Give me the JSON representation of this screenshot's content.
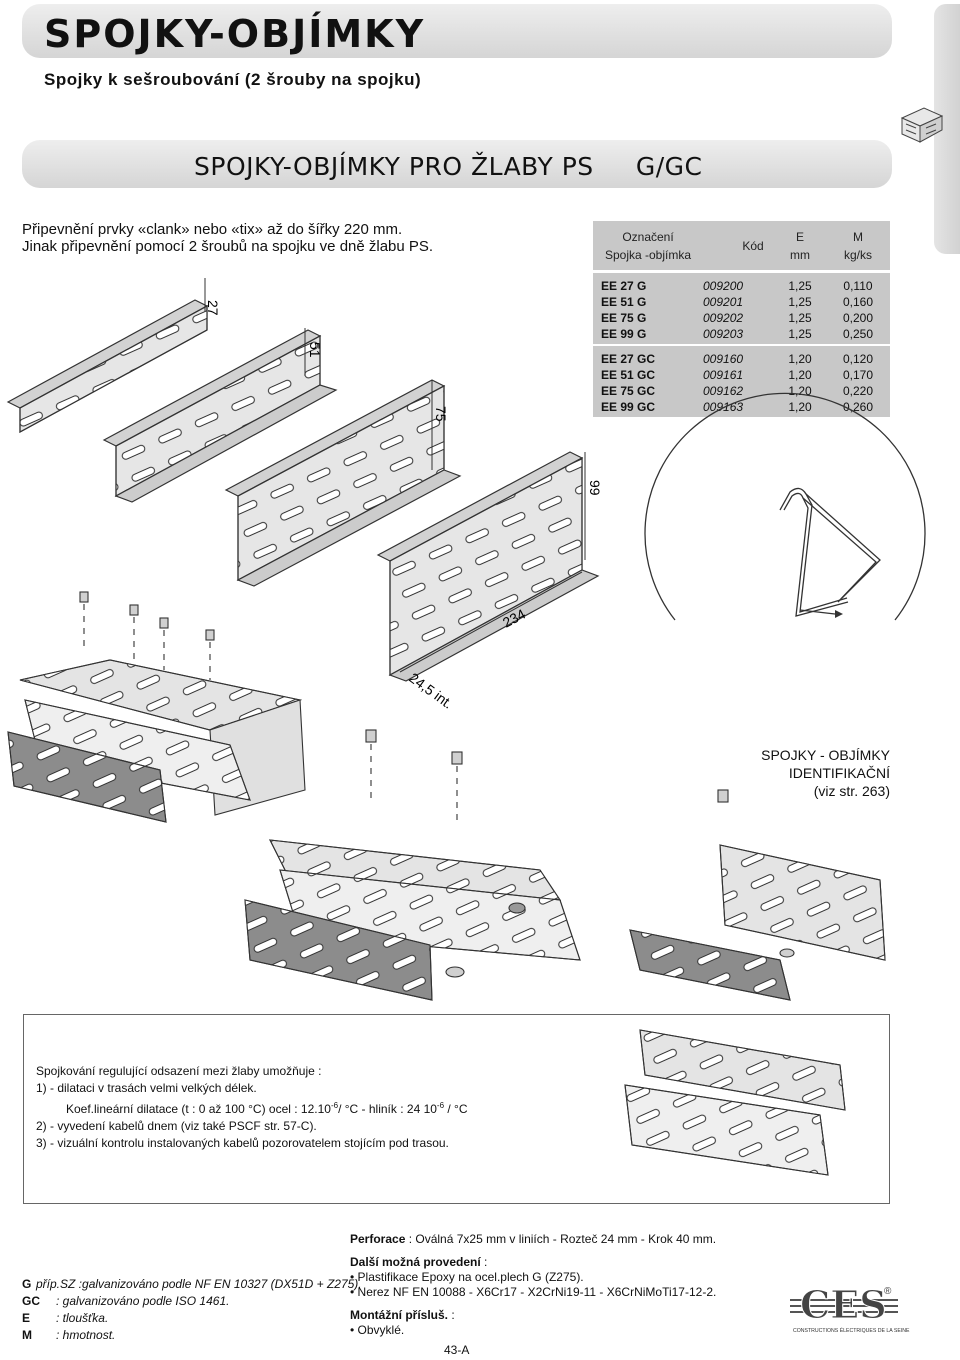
{
  "header": {
    "title": "SPOJKY-OBJÍMKY",
    "subtitle": "Spojky k sešroubování (2 šrouby na spojku)",
    "section_title": "SPOJKY-OBJÍMKY PRO ŽLABY PS     G/GC"
  },
  "intro": {
    "line1": "Připevnění prvky «clank» nebo «tix» až do šířky 220 mm.",
    "line2": "Jinak připevnění pomocí 2 šroubů na spojku ve dně žlabu PS."
  },
  "table": {
    "headers": {
      "designation_1": "Označení",
      "designation_2": "Spojka -objímka",
      "code": "Kód",
      "e_1": "E",
      "e_2": "mm",
      "m_1": "M",
      "m_2": "kg/ks"
    },
    "rows": [
      {
        "designation": "EE 27 G",
        "code": "009200",
        "e": "1,25",
        "m": "0,110"
      },
      {
        "designation": "EE 51 G",
        "code": "009201",
        "e": "1,25",
        "m": "0,160"
      },
      {
        "designation": "EE 75 G",
        "code": "009202",
        "e": "1,25",
        "m": "0,200"
      },
      {
        "designation": "EE 99 G",
        "code": "009203",
        "e": "1,25",
        "m": "0,250"
      },
      {
        "designation": "EE 27 GC",
        "code": "009160",
        "e": "1,20",
        "m": "0,120"
      },
      {
        "designation": "EE 51 GC",
        "code": "009161",
        "e": "1,20",
        "m": "0,170"
      },
      {
        "designation": "EE 75 GC",
        "code": "009162",
        "e": "1,20",
        "m": "0,220"
      },
      {
        "designation": "EE 99 GC",
        "code": "009163",
        "e": "1,20",
        "m": "0,260"
      }
    ]
  },
  "drawing_labels": {
    "h27": "27",
    "h51": "51",
    "h75": "75",
    "h99": "99",
    "length": "234",
    "axis": "24,5 int."
  },
  "identification": {
    "line1": "SPOJKY - OBJÍMKY IDENTIFIKAČNÍ",
    "line2": "(viz str. 263)"
  },
  "note": {
    "line1": "Spojkování regulující odsazení mezi žlaby umožňuje :",
    "line2": "1) - dilataci v trasách velmi velkých délek.",
    "line3a": "Koef.lineární dilatace (t : 0 až 100 °C) ocel : 12.10",
    "exp1": "-6",
    "line3b": "/ °C - hliník : 24 10",
    "exp2": "-6",
    "line3c": " / °C",
    "line4": "2) - vyvedení kabelů dnem (viz také PSCF str. 57-C).",
    "line5": "3) - vizuální kontrolu instalovaných kabelů pozorovatelem stojícím pod trasou."
  },
  "legend": [
    {
      "key": "G",
      "text": "příp.SZ :galvanizováno podle NF EN 10327 (DX51D + Z275)."
    },
    {
      "key": "GC",
      "text": ":   galvanizováno podle ISO 1461."
    },
    {
      "key": "E",
      "text": ":   tloušťka."
    },
    {
      "key": "M",
      "text": ":   hmotnost."
    }
  ],
  "finish": {
    "perforace_label": "Perforace",
    "perforace_text": " : Oválná 7x25 mm v liniích - Rozteč 24 mm - Krok 40 mm.",
    "dalsi_label": "Další možná provedení",
    "dalsi_colon": " :",
    "dalsi_1": "• Plastifikace Epoxy na ocel.plech G (Z275).",
    "dalsi_2": "• Nerez NF EN 10088 - X6Cr17 - X2CrNi19-11 - X6CrNiMoTi17-12-2.",
    "montazni_label": "Montážní přísluš.",
    "montazni_colon": " :",
    "montazni_1": "• Obvyklé."
  },
  "logo": {
    "text": "CES",
    "reg": "®",
    "tagline": "CONSTRUCTIONS ÉLECTRIQUES DE LA SEINE"
  },
  "page_number": "43-A",
  "colors": {
    "bar": "#d8d8d8",
    "table": "#c8c8c8",
    "metal": "#e6e6e6",
    "metal_dark": "#8c8c8c"
  }
}
